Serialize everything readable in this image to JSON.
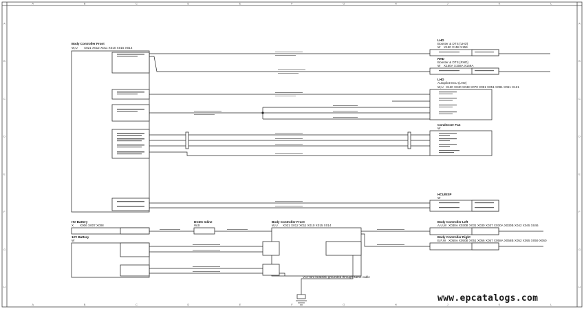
{
  "grid": {
    "columns": [
      "A",
      "B",
      "C",
      "D",
      "E",
      "F",
      "G",
      "H",
      "J",
      "K",
      "L"
    ],
    "rows": [
      "A",
      "B",
      "C",
      "D",
      "E",
      "F",
      "G",
      "H"
    ]
  },
  "components": {
    "bcf_top": {
      "title": "Body Controller Front",
      "code": "W,U",
      "connectors": "X021  X012  X011  X010  X015  X014"
    },
    "lhd_booster": {
      "tag": "LHD",
      "title": "Booster & DTS (LHD)",
      "code": "W",
      "connectors": "X150  X158  X159"
    },
    "rhd_booster": {
      "tag": "RHD",
      "title": "Booster & DTS (RHD)",
      "code": "W",
      "connectors": "X150A  X158A  X159A"
    },
    "autopilot": {
      "tag": "LHD",
      "title": "Autopilot ECU (LHD)",
      "code": "W,U",
      "connectors": "X120  X040  X048  X070  X091  X051  X081  X061  X121"
    },
    "condenser": {
      "title": "Condenser Fan",
      "code": "W"
    },
    "hcu": {
      "title": "HCU/ESP",
      "code": "W"
    },
    "hv_battery": {
      "title": "HV Battery",
      "code": "X",
      "connectors": "X006  X007  X008"
    },
    "lv_battery": {
      "title": "12V Battery",
      "code": "W"
    },
    "dcdc": {
      "title": "DCDC Inline",
      "code": "W,B"
    },
    "bcf_bottom": {
      "title": "Body Controller Front",
      "code": "W,U",
      "connectors": "X021  X012  X011  X010  X015  X014"
    },
    "bcl": {
      "title": "Body Controller Left",
      "code": "A,U,W",
      "connectors": "X030A  X030B  X031  X030  X037  X030A  X030B  X042  X045  X046"
    },
    "bcr": {
      "title": "Body Controller Right",
      "code": "B,F,W",
      "connectors": "X050A  X050B  X051  X056  X057  X058A  X058B  X052  X055  X059  X060"
    }
  },
  "note": "VCFront heatsink grounded through same cable",
  "watermark": "www.epcatalogs.com"
}
